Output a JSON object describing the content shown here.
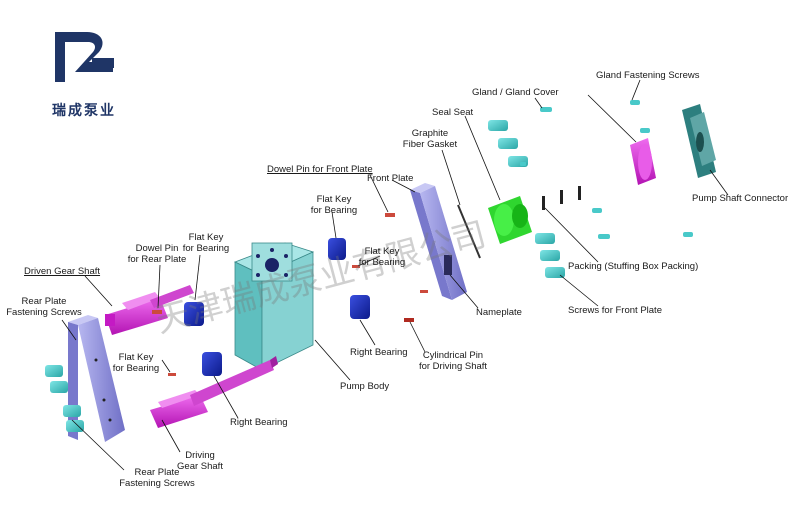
{
  "brand": {
    "name": "瑞成泵业",
    "logo_color": "#1f3566"
  },
  "watermark": {
    "text": "天津瑞成泵业有限公司"
  },
  "colors": {
    "screw": "#49c9c9",
    "plate": "#9b9be6",
    "key": "#1a2dbf",
    "gear": "#d627d6",
    "seal": "#2fd62f",
    "body": "#7fd6d6",
    "connector": "#2d7f7f",
    "pin": "#cc4a3c",
    "leader": "#111111"
  },
  "labels": {
    "driven_gear_shaft": "Driven Gear Shaft",
    "rear_plate_screws_top_1": "Rear Plate",
    "rear_plate_screws_top_2": "Fastening Screws",
    "dowel_pin_rear_1": "Dowel Pin",
    "dowel_pin_rear_2": "for Rear Plate",
    "flat_key_left_1": "Flat Key",
    "flat_key_left_2": "for Bearing",
    "flat_key_lower_1": "Flat Key",
    "flat_key_lower_2": "for Bearing",
    "right_bearing_lower": "Right Bearing",
    "driving_gear_shaft_1": "Driving",
    "driving_gear_shaft_2": "Gear Shaft",
    "rear_plate_screws_bottom_1": "Rear Plate",
    "rear_plate_screws_bottom_2": "Fastening Screws",
    "dowel_pin_front": "Dowel Pin for Front Plate",
    "flat_key_mid_1": "Flat Key",
    "flat_key_mid_2": "for Bearing",
    "flat_key_right_1": "Flat Key",
    "flat_key_right_2": "for Bearing",
    "right_bearing": "Right Bearing",
    "pump_body": "Pump Body",
    "front_plate": "Front Plate",
    "graphite_1": "Graphite",
    "graphite_2": "Fiber Gasket",
    "seal_seat": "Seal Seat",
    "nameplate": "Nameplate",
    "cylindrical_pin_1": "Cylindrical Pin",
    "cylindrical_pin_2": "for Driving Shaft",
    "gland": "Gland / Gland Cover",
    "gland_screws": "Gland Fastening Screws",
    "pump_shaft_connector": "Pump Shaft Connector",
    "packing": "Packing (Stuffing Box Packing)",
    "screws_front_plate": "Screws for Front Plate"
  }
}
